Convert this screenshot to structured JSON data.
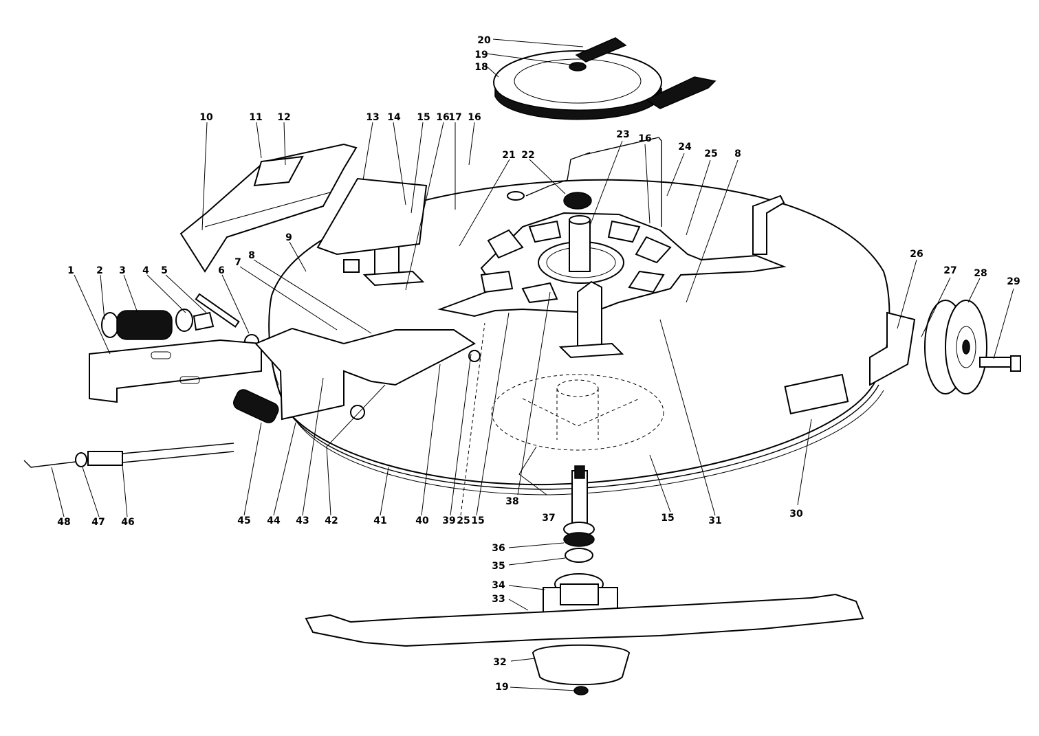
{
  "callouts": {
    "c1": "1",
    "c2": "2",
    "c3": "3",
    "c4": "4",
    "c5": "5",
    "c6": "6",
    "c7": "7",
    "c8a": "8",
    "c8b": "8",
    "c9": "9",
    "c10": "10",
    "c11": "11",
    "c12": "12",
    "c13": "13",
    "c14": "14",
    "c15a": "15",
    "c15b": "15",
    "c15c": "15",
    "c16a": "16",
    "c16b": "16",
    "c16c": "16",
    "c17": "17",
    "c18": "18",
    "c19a": "19",
    "c19b": "19",
    "c20": "20",
    "c21": "21",
    "c22": "22",
    "c23": "23",
    "c24": "24",
    "c25a": "25",
    "c25b": "25",
    "c26": "26",
    "c27": "27",
    "c28": "28",
    "c29": "29",
    "c30": "30",
    "c31": "31",
    "c32": "32",
    "c33": "33",
    "c34": "34",
    "c35": "35",
    "c36": "36",
    "c37": "37",
    "c38": "38",
    "c39": "39",
    "c40": "40",
    "c41": "41",
    "c42": "42",
    "c43": "43",
    "c44": "44",
    "c45": "45",
    "c46": "46",
    "c47": "47",
    "c48": "48"
  }
}
